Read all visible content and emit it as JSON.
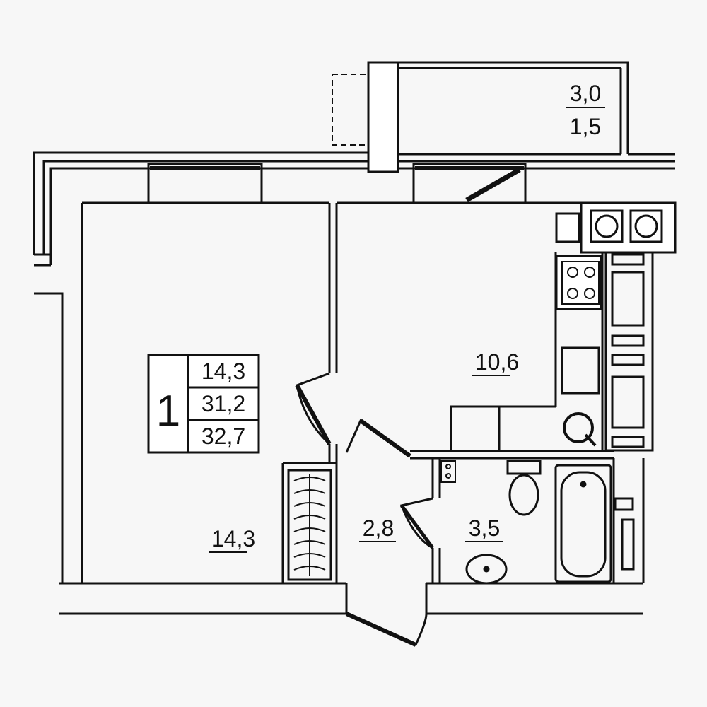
{
  "plan": {
    "apartment_rooms": "1",
    "summary": {
      "living_area": "14,3",
      "total_area": "31,2",
      "total_area_with_balcony": "32,7"
    },
    "rooms": {
      "living_room": "14,3",
      "kitchen": "10,6",
      "hallway": "2,8",
      "bathroom": "3,5",
      "balcony_area": "3,0",
      "balcony_reduced_area": "1,5"
    },
    "colors": {
      "wall": "#111111",
      "background": "#f7f7f7",
      "fill": "#ffffff"
    }
  }
}
